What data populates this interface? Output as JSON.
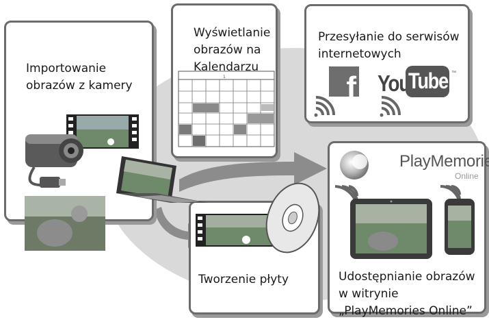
{
  "panels": {
    "import": {
      "label": "Importowanie obrazów z kamery"
    },
    "calendar": {
      "label": "Wyświetlanie obrazów na Kalendarzu",
      "month_number": "1"
    },
    "upload": {
      "label": "Przesyłanie do serwisów internetowych"
    },
    "disc": {
      "label": "Tworzenie płyty"
    },
    "share": {
      "label": "Udostępnianie obrazów w witrynie „PlayMemories Online”"
    }
  },
  "logos": {
    "facebook": "f",
    "youtube_you": "You",
    "youtube_tube": "Tube",
    "youtube_tm": "™",
    "playmemories_title": "PlayMemories",
    "playmemories_sub": "Online"
  },
  "colors": {
    "panel_border": "#6b6b6b",
    "background_oval": "#d9d9d9",
    "arrow": "#8c8c8c",
    "logo_gray": "#555555"
  },
  "icons": [
    "camcorder-icon",
    "usb-plug-icon",
    "laptop-icon",
    "film-strip-icon",
    "disc-icon",
    "tablet-icon",
    "phone-icon",
    "wireless-signal-icon",
    "playmemories-logo-icon"
  ]
}
